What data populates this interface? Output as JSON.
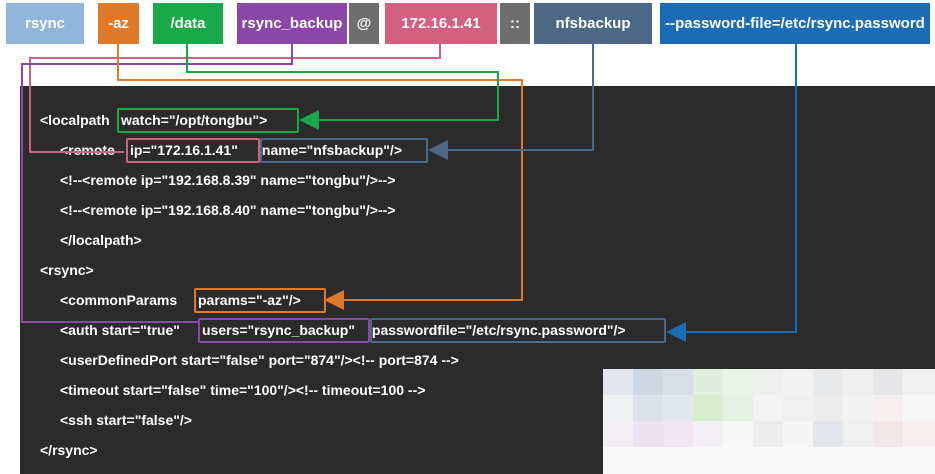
{
  "command": {
    "rsync": "rsync",
    "az": "-az",
    "data": "/data",
    "user": "rsync_backup",
    "at": "@",
    "ip": "172.16.1.41",
    "sep": "::",
    "module": "nfsbackup",
    "password": "--password-file=/etc/rsync.password"
  },
  "code": {
    "l1a": "<localpath ",
    "l1b": "watch=\"/opt/tongbu\">",
    "l2a": "<remote ",
    "l2b": "ip=\"172.16.1.41\"",
    "l2c": " name=\"nfsbackup\"/>",
    "l3": "<!--<remote ip=\"192.168.8.39\" name=\"tongbu\"/>-->",
    "l4": "<!--<remote ip=\"192.168.8.40\" name=\"tongbu\"/>-->",
    "l5": "</localpath>",
    "l6": "<rsync>",
    "l7a": "<commonParams ",
    "l7b": "params=\"-az\"/>",
    "l8a": "<auth start=\"true\" ",
    "l8b": "users=\"rsync_backup\"",
    "l8c": " passwordfile=\"/etc/rsync.password\"/>",
    "l9": "<userDefinedPort start=\"false\" port=\"874\"/><!-- port=874 -->",
    "l10": "<timeout start=\"false\" time=\"100\"/><!-- timeout=100 -->",
    "l11": "<ssh start=\"false\"/>",
    "l12": "</rsync>"
  },
  "colors": {
    "rsync": "#90b6dc",
    "az": "#e07a28",
    "data": "#18a84a",
    "user": "#8a47a8",
    "at": "#6e6e6e",
    "ip": "#d3607e",
    "sep": "#6e6e6e",
    "module": "#4c6886",
    "password": "#1a6cb4",
    "panel": "#2b2b2b"
  }
}
